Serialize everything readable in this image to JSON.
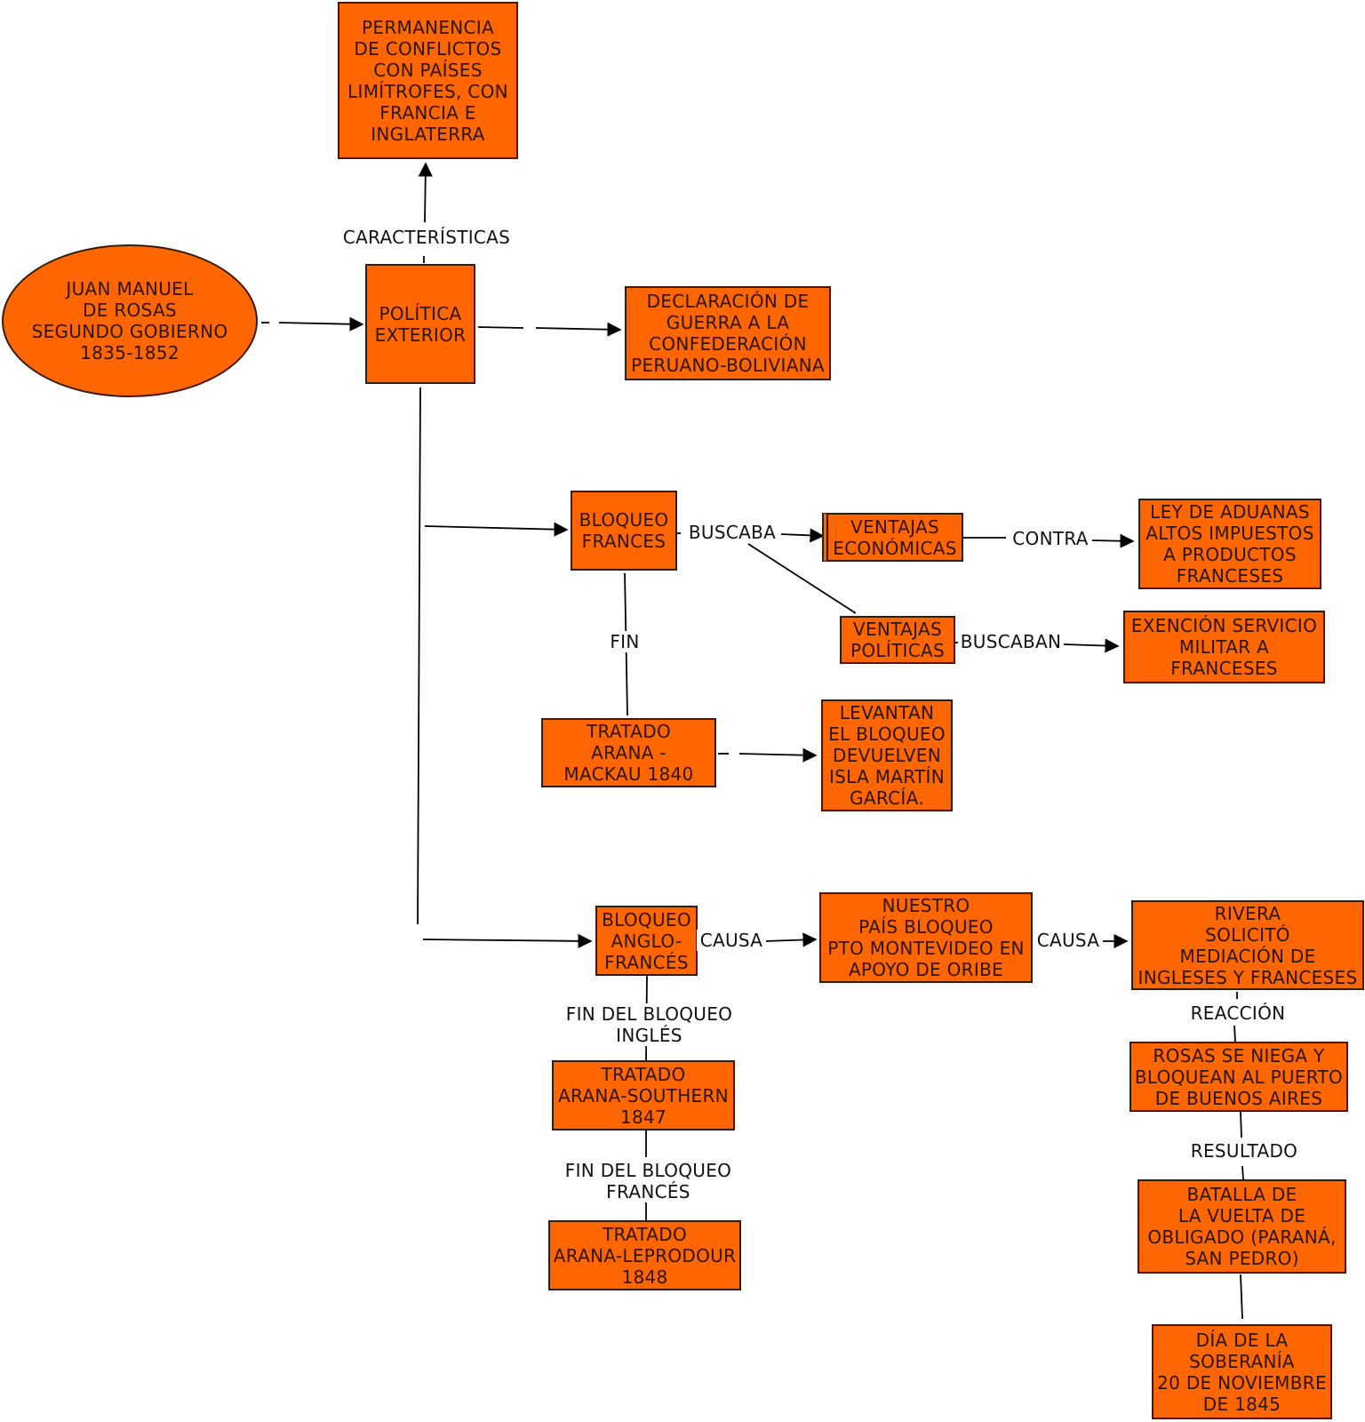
{
  "nodes": {
    "rosas": "JUAN MANUEL\nDE ROSAS\nSEGUNDO GOBIERNO\n1835-1852",
    "permanencia": "PERMANENCIA\nDE CONFLICTOS\nCON PAÍSES\nLIMÍTROFES, CON\nFRANCIA E\nINGLATERRA",
    "politica": "POLÍTICA\nEXTERIOR",
    "declaracion": "DECLARACIÓN DE\nGUERRA A LA\nCONFEDERACIÓN\nPERUANO-BOLIVIANA",
    "bloqueo_frances": "BLOQUEO\nFRANCES",
    "ventajas_economicas": "VENTAJAS\nECONÓMICAS",
    "ley_aduanas": "LEY DE ADUANAS\nALTOS IMPUESTOS\nA PRODUCTOS\nFRANCESES",
    "ventajas_politicas": "VENTAJAS\nPOLÍTICAS",
    "exencion": "EXENCIÓN SERVICIO\nMILITAR A\nFRANCESES",
    "tratado_mackau": "TRATADO\nARANA -\nMACKAU 1840",
    "levantan": "LEVANTAN\nEL BLOQUEO\nDEVUELVEN\nISLA MARTÍN\nGARCÍA.",
    "bloqueo_anglo": "BLOQUEO\nANGLO-\nFRANCÉS",
    "nuestro_pais": "NUESTRO\nPAÍS BLOQUEO\nPTO MONTEVIDEO EN\nAPOYO DE ORIBE",
    "rivera": "RIVERA\nSOLICITÓ\nMEDIACIÓN DE\nINGLESES Y FRANCESES",
    "tratado_southern": "TRATADO\nARANA-SOUTHERN\n1847",
    "tratado_leprodour": "TRATADO\nARANA-LEPRODOUR\n1848",
    "rosas_niega": "ROSAS SE NIEGA Y\nBLOQUEAN AL PUERTO\nDE BUENOS AIRES",
    "batalla": "BATALLA DE\nLA VUELTA DE\nOBLIGADO (PARANÁ,\nSAN PEDRO)",
    "dia_soberania": "DÍA DE LA\nSOBERANÍA\n20 DE NOVIEMBRE\nDE 1845"
  },
  "labels": {
    "caracteristicas": "CARACTERÍSTICAS",
    "buscaba": "BUSCABA",
    "contra": "CONTRA",
    "buscaban": "BUSCABAN",
    "fin": "FIN",
    "causa1": "CAUSA",
    "causa2": "CAUSA",
    "fin_ingles": "FIN DEL BLOQUEO\nINGLÉS",
    "fin_frances": "FIN DEL BLOQUEO\nFRANCÉS",
    "reaccion": "REACCIÓN",
    "resultado": "RESULTADO"
  },
  "colors": {
    "node_fill": "#ff6600",
    "node_border": "#3a1a00",
    "connector": "#000000"
  }
}
